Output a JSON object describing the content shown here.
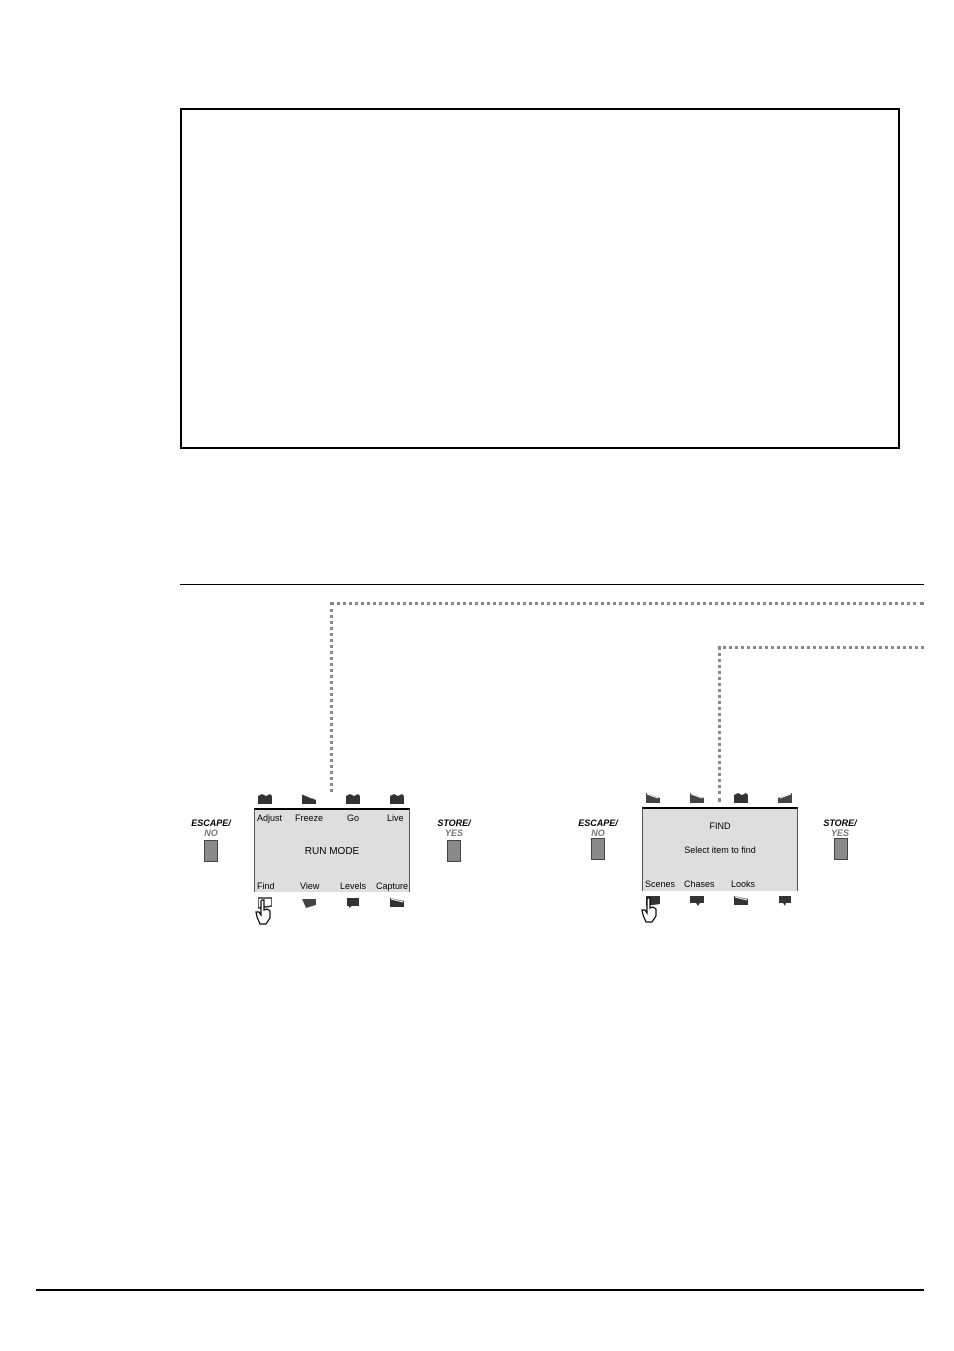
{
  "left_panel": {
    "top_keys": [
      "Adjust",
      "Freeze",
      "Go",
      "Live"
    ],
    "bottom_keys": [
      "Find",
      "View",
      "Levels",
      "Capture"
    ],
    "screen_text": "RUN MODE",
    "escape": {
      "main": "ESCAPE/",
      "sub": "NO"
    },
    "store": {
      "main": "STORE/",
      "sub": "YES"
    }
  },
  "right_panel": {
    "title": "FIND",
    "message": "Select item to find",
    "bottom_keys": [
      "Scenes",
      "Chases",
      "Looks"
    ],
    "escape": {
      "main": "ESCAPE/",
      "sub": "NO"
    },
    "store": {
      "main": "STORE/",
      "sub": "YES"
    }
  },
  "icons": {
    "softkey": "softkey-icon",
    "pointer": "pointing-hand-icon"
  }
}
